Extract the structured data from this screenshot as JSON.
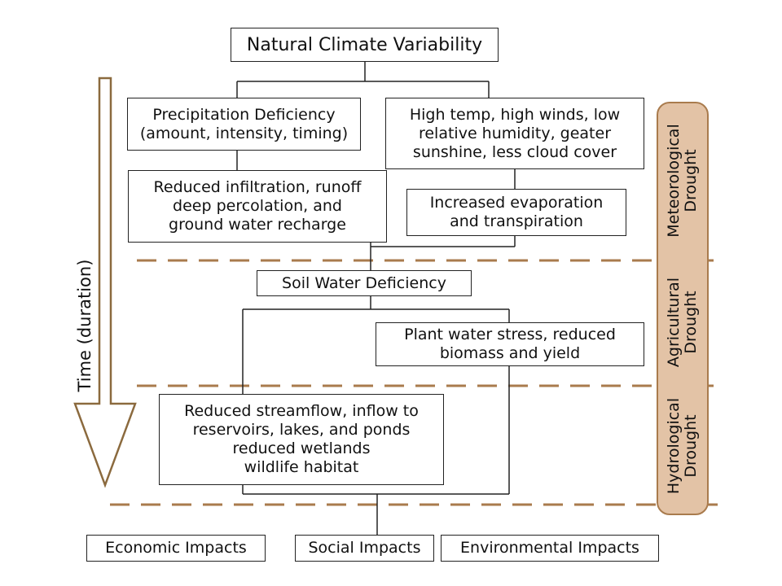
{
  "title": "Natural Climate Variability",
  "boxes": {
    "precip": "Precipitation Deficiency\n(amount, intensity, timing)",
    "hightemp": "High temp, high winds, low\nrelative humidity, geater\nsunshine, less cloud cover",
    "infiltration": "Reduced infiltration, runoff\ndeep percolation, and\nground water recharge",
    "evap": "Increased evaporation\nand transpiration",
    "soil": "Soil Water Deficiency",
    "plant": "Plant water stress, reduced\nbiomass and yield",
    "streamflow": "Reduced streamflow, inflow to\nreservoirs, lakes, and ponds\nreduced wetlands\nwildlife habitat",
    "economic": "Economic Impacts",
    "social": "Social Impacts",
    "environmental": "Environmental Impacts"
  },
  "time_axis": "Time (duration)",
  "drought_types": {
    "meteorological": "Meteorological\nDrought",
    "agricultural": "Agricultural\nDrought",
    "hydrological": "Hydrological\nDrought"
  },
  "colors": {
    "band": "#e3c3a6",
    "band_border": "#a97b4d",
    "dash": "#a97b4d",
    "arrow": "#8b6a3e"
  }
}
